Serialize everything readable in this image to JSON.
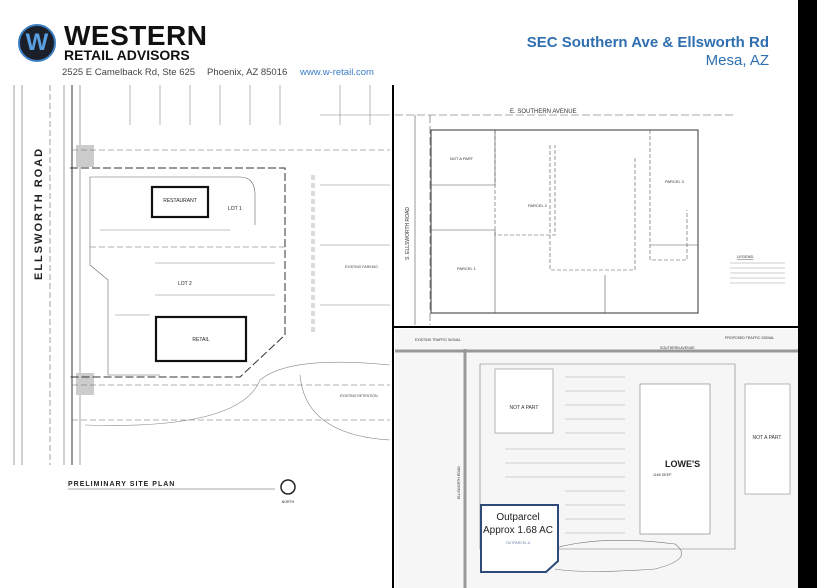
{
  "header": {
    "logo_letter": "W",
    "brand_name": "WESTERN",
    "brand_sub": "RETAIL ADVISORS",
    "address": "2525 E Camelback Rd, Ste 625",
    "city": "Phoenix, AZ 85016",
    "website": "www.w-retail.com",
    "property_title": "SEC Southern Ave & Ellsworth Rd",
    "property_city": "Mesa, AZ",
    "accent_color": "#2f6fb0"
  },
  "site_plan": {
    "road": "ELLSWORTH ROAD",
    "restaurant": "RESTAURANT",
    "lot1": "LOT 1",
    "lot2": "LOT 2",
    "retail": "RETAIL",
    "existing_parking": "EXISTING PARKING",
    "existing_retention": "EXISTING RETENTION",
    "title": "PRELIMINARY SITE PLAN",
    "north": "NORTH"
  },
  "survey": {
    "street": "E. SOUTHERN AVENUE",
    "road": "S. ELLSWORTH ROAD",
    "not_a_part": "NOT A PART",
    "parcel1": "PARCEL 1",
    "parcel2": "PARCEL 2",
    "parcel3": "PARCEL 3",
    "legend": "LEGEND"
  },
  "aerial_plan": {
    "existing_signal": "EXISTING TRAFFIC SIGNAL",
    "proposed_signal": "PROPOSED TRAFFIC SIGNAL",
    "street": "SOUTHERN AVENUE",
    "road": "ELLSWORTH ROAD",
    "not_a_part_1": "NOT A PART",
    "not_a_part_2": "NOT A PART",
    "anchor": "LOWE'S",
    "anchor_sub": "116K DEEP",
    "outparcel_title": "Outparcel",
    "outparcel_size": "Approx 1.68 AC",
    "outparcel_label": "OUTPARCEL A",
    "outparcel_color": "#2e4a78"
  }
}
